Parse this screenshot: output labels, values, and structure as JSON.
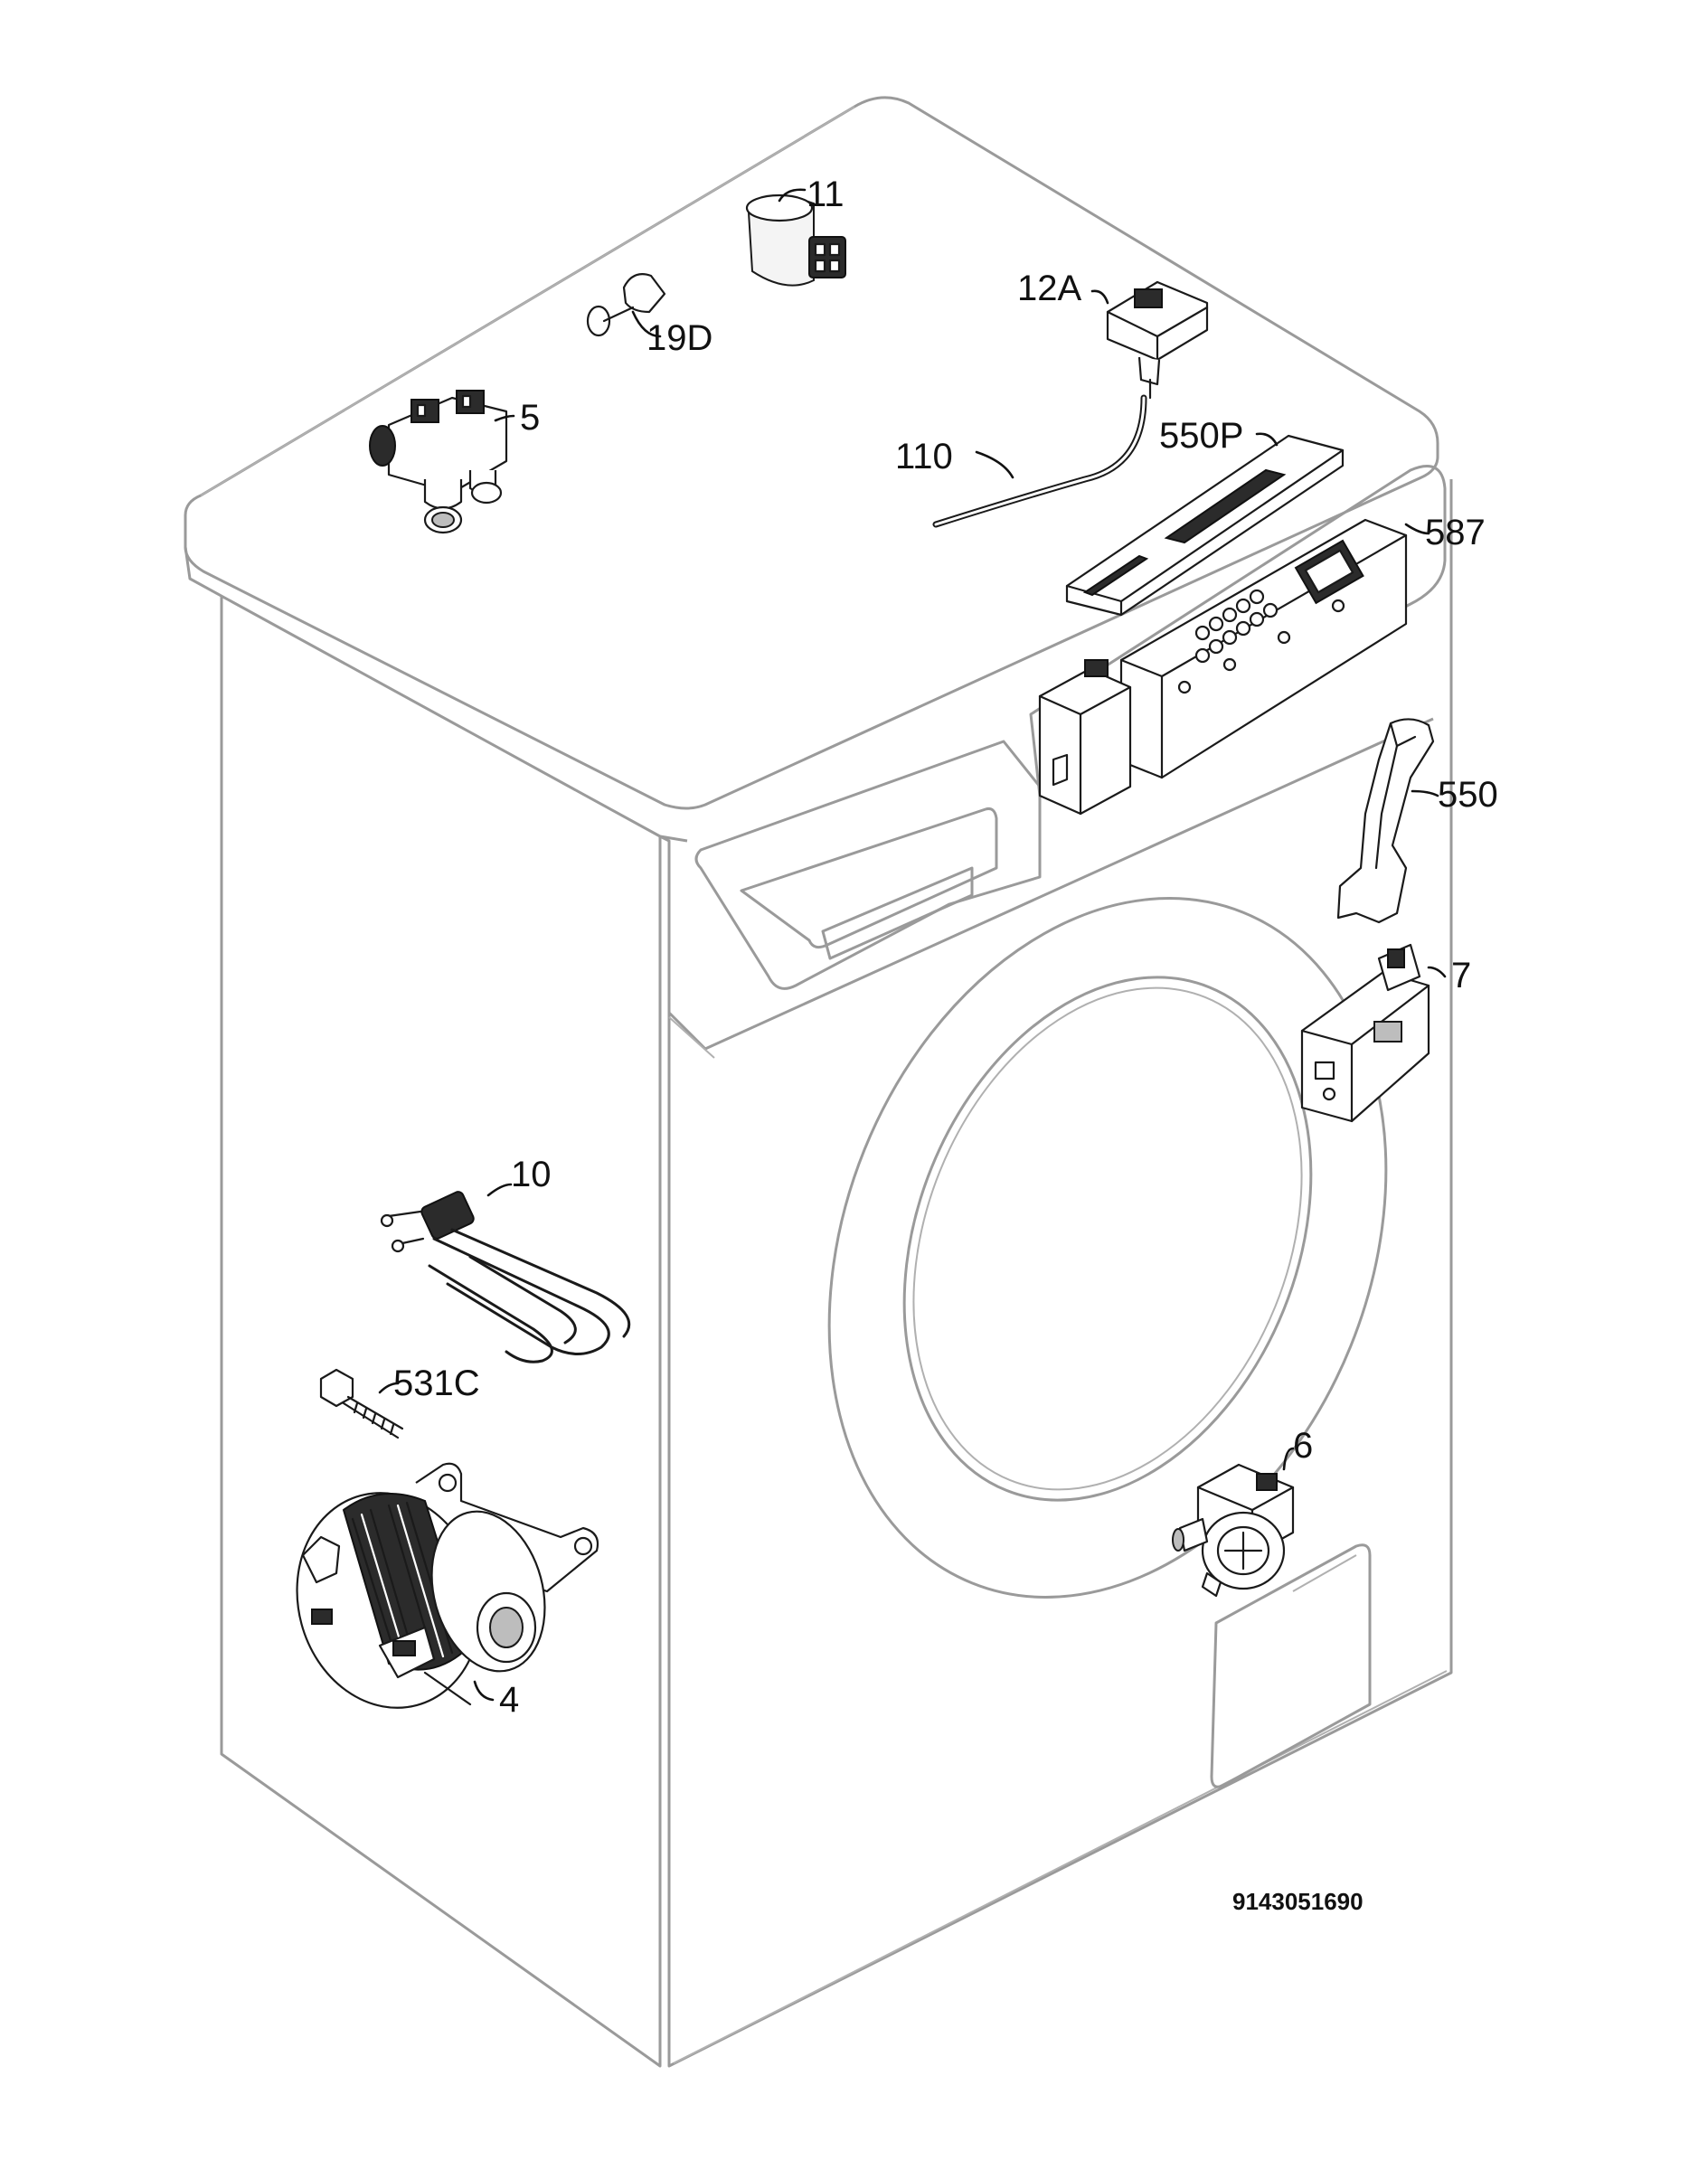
{
  "callouts": {
    "p11": "11",
    "p12a": "12A",
    "p19d": "19D",
    "p5": "5",
    "p110": "110",
    "p550p": "550P",
    "p587": "587",
    "p550": "550",
    "p7": "7",
    "p10": "10",
    "p531c": "531C",
    "p6": "6",
    "p4": "4"
  },
  "document_number": "9143051690"
}
